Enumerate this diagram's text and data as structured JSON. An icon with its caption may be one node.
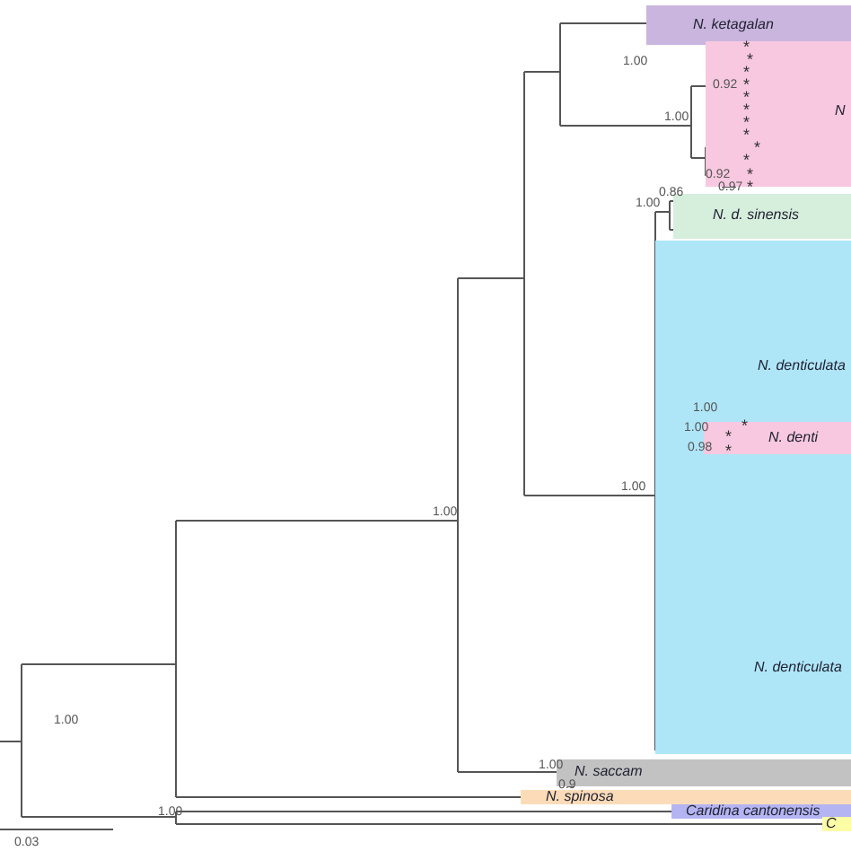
{
  "diagram": {
    "nodes": [
      {
        "text": [
          "N. ketagalan"
        ]
      },
      {
        "text": [
          "N"
        ]
      },
      {
        "text": [
          "N. d. sinensis"
        ]
      },
      {
        "text": [
          "N. denticulata",
          "N. denticulata"
        ]
      },
      {
        "text": [
          "N. denti"
        ],
        "in": 3
      },
      {
        "text": [
          "N. saccam"
        ]
      },
      {
        "text": [
          "N. spinosa"
        ]
      },
      {
        "text": [
          "Caridina cantonensis"
        ]
      },
      {
        "text": [
          "C"
        ]
      }
    ],
    "labels": [
      "1.00",
      "0.92",
      "1.00",
      "0.92",
      "0.97",
      "0.86",
      "1.00",
      "1.00",
      "1.00",
      "0.98",
      "1.00",
      "1.00",
      "1.00",
      "0.9",
      "1.00",
      "1.00",
      "*",
      "*",
      "*",
      "*",
      "*",
      "*",
      "*",
      "*",
      "*",
      "*",
      "*",
      "*",
      "*",
      "*",
      "*",
      "0.03"
    ]
  }
}
